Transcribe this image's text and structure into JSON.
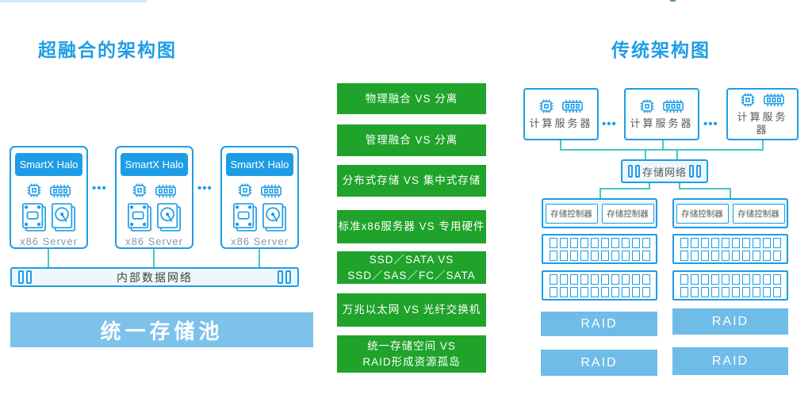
{
  "left": {
    "title": "超融合的架构图",
    "dots": "•••",
    "servers": [
      {
        "header": "SmartX Halo",
        "label": "x86 Server"
      },
      {
        "header": "SmartX Halo",
        "label": "x86 Server"
      },
      {
        "header": "SmartX Halo",
        "label": "x86 Server"
      }
    ],
    "network_bar_label": "内部数据网络",
    "pool_bar_label": "统一存储池"
  },
  "comparison": {
    "items": [
      {
        "lines": [
          "物理融合 VS 分离"
        ]
      },
      {
        "lines": [
          "管理融合 VS 分离"
        ]
      },
      {
        "lines": [
          "分布式存储 VS 集中式存储"
        ]
      },
      {
        "lines": [
          "标准x86服务器 VS 专用硬件"
        ]
      },
      {
        "lines": [
          "SSD／SATA VS",
          "SSD／SAS／FC／SATA"
        ]
      },
      {
        "lines": [
          "万兆以太网 VS 光纤交换机"
        ]
      },
      {
        "lines": [
          "统一存储空间 VS",
          "RAID形成资源孤岛"
        ]
      }
    ]
  },
  "right": {
    "title": "传统架构图",
    "dots": "•••",
    "servers": [
      {
        "label": "计算服务器"
      },
      {
        "label": "计算服务器"
      },
      {
        "label": "计算服务器"
      }
    ],
    "network_box_label": "存储网络",
    "controllers": [
      "存储控制器",
      "存储控制器",
      "存储控制器",
      "存储控制器"
    ],
    "raid": [
      "RAID",
      "RAID",
      "RAID",
      "RAID"
    ]
  },
  "colors": {
    "primary_blue": "#1e9de6",
    "teal_connector": "#46c8c0",
    "green": "#1fa32b",
    "light_fill": "#eef7fc",
    "pool_blue": "#7cc2eb",
    "raid_blue": "#6fbce8",
    "gray_text": "#595959"
  }
}
